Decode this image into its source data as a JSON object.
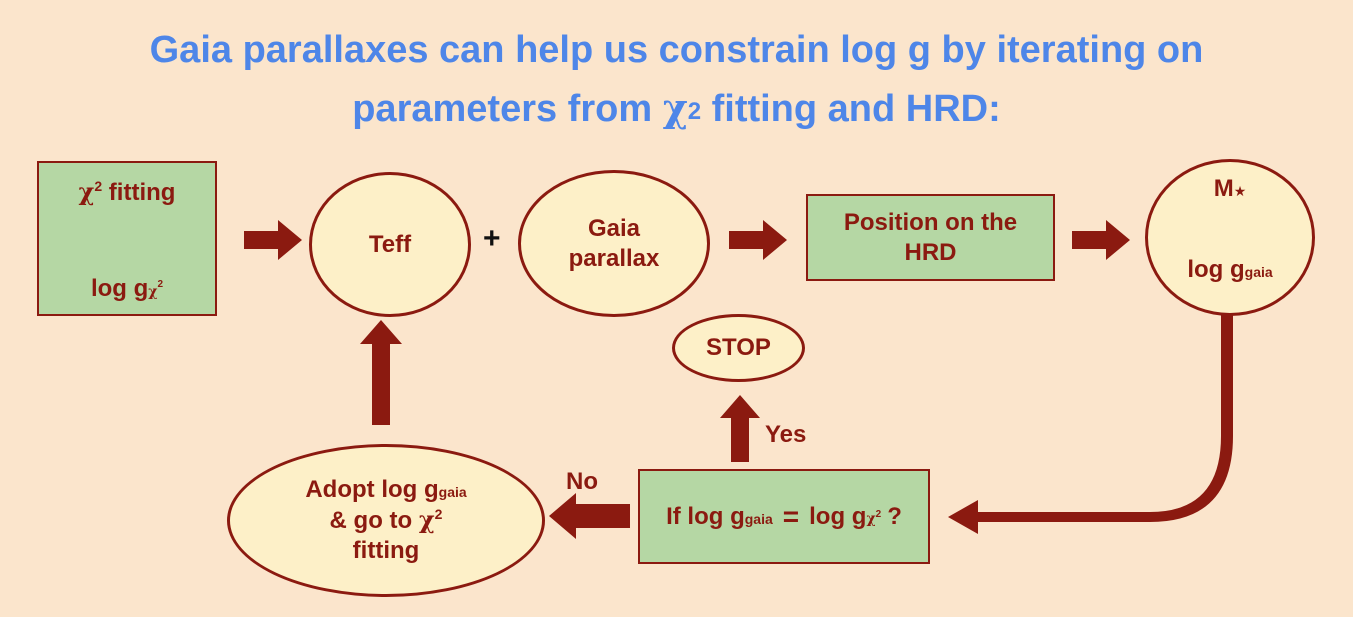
{
  "title": {
    "line1": "Gaia parallaxes can help us constrain log g by  iterating on",
    "line2_pre": "parameters from ",
    "line2_chi": "χ",
    "line2_sup": "2",
    "line2_post": " fitting and HRD:"
  },
  "nodes": {
    "chi2_box": {
      "chi": "χ",
      "sup": "2",
      "text": " fitting",
      "bottom": "log g",
      "bottom_sub": "χ",
      "bottom_subsup": "2"
    },
    "teff": {
      "text": "Teff"
    },
    "plus": "+",
    "gaia_parallax": {
      "line1": "Gaia",
      "line2": "parallax"
    },
    "hrd_box": {
      "line1": "Position on the",
      "line2": "HRD"
    },
    "mstar": {
      "top": "M",
      "star": "★",
      "bottom": "log g",
      "bottom_sub": "gaia"
    },
    "stop": {
      "text": "STOP"
    },
    "decision_box": {
      "pre": "If log g",
      "sub1": "gaia",
      "eq": "=",
      "mid": "log g",
      "sub2": "χ",
      "sub2sup": "2",
      "q": "?"
    },
    "adopt": {
      "line1": "Adopt log g",
      "line1_sub": "gaia",
      "line2_pre": "& go to ",
      "line2_chi": "χ",
      "line2_sup": "2",
      "line3": "fitting"
    }
  },
  "edge_labels": {
    "yes": "Yes",
    "no": "No"
  },
  "colors": {
    "background": "#FBE5CC",
    "title": "#4E86E8",
    "arrow": "#8B1A10",
    "box_fill": "#B5D7A4",
    "ellipse_fill": "#FDF0C8",
    "text": "#8B1A10"
  }
}
